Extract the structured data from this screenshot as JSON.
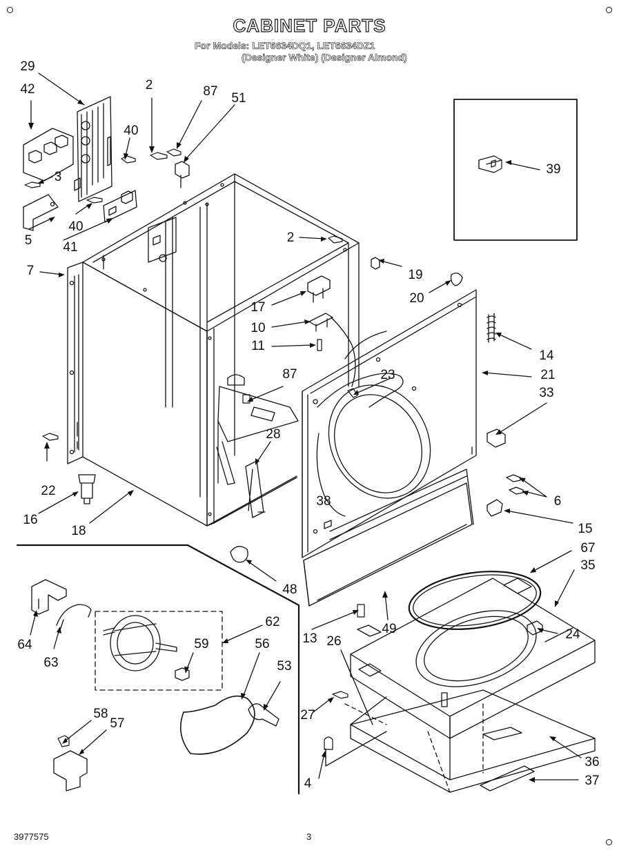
{
  "header": {
    "title": "CABINET PARTS",
    "models_line": "For Models: LET6634DQ1, LET6634DZ1",
    "colors_line": "(Designer White) (Designer Almond)"
  },
  "callouts": [
    {
      "id": "c29",
      "text": "29"
    },
    {
      "id": "c42",
      "text": "42"
    },
    {
      "id": "c2a",
      "text": "2"
    },
    {
      "id": "c87a",
      "text": "87"
    },
    {
      "id": "c51",
      "text": "51"
    },
    {
      "id": "c40a",
      "text": "40"
    },
    {
      "id": "c3",
      "text": "3"
    },
    {
      "id": "c40b",
      "text": "40"
    },
    {
      "id": "c5",
      "text": "5"
    },
    {
      "id": "c41",
      "text": "41"
    },
    {
      "id": "c7",
      "text": "7"
    },
    {
      "id": "c2b",
      "text": "2"
    },
    {
      "id": "c19",
      "text": "19"
    },
    {
      "id": "c20",
      "text": "20"
    },
    {
      "id": "c17",
      "text": "17"
    },
    {
      "id": "c10",
      "text": "10"
    },
    {
      "id": "c11",
      "text": "11"
    },
    {
      "id": "c14",
      "text": "14"
    },
    {
      "id": "c21",
      "text": "21"
    },
    {
      "id": "c87b",
      "text": "87"
    },
    {
      "id": "c23",
      "text": "23"
    },
    {
      "id": "c33",
      "text": "33"
    },
    {
      "id": "c28",
      "text": "28"
    },
    {
      "id": "c22",
      "text": "22"
    },
    {
      "id": "c16",
      "text": "16"
    },
    {
      "id": "c18",
      "text": "18"
    },
    {
      "id": "c38",
      "text": "38"
    },
    {
      "id": "c6",
      "text": "6"
    },
    {
      "id": "c15",
      "text": "15"
    },
    {
      "id": "c39",
      "text": "39"
    },
    {
      "id": "c67",
      "text": "67"
    },
    {
      "id": "c35",
      "text": "35"
    },
    {
      "id": "c48",
      "text": "48"
    },
    {
      "id": "c64",
      "text": "64"
    },
    {
      "id": "c63",
      "text": "63"
    },
    {
      "id": "c62",
      "text": "62"
    },
    {
      "id": "c59",
      "text": "59"
    },
    {
      "id": "c56",
      "text": "56"
    },
    {
      "id": "c53",
      "text": "53"
    },
    {
      "id": "c13",
      "text": "13"
    },
    {
      "id": "c49",
      "text": "49"
    },
    {
      "id": "c26",
      "text": "26"
    },
    {
      "id": "c24",
      "text": "24"
    },
    {
      "id": "c27",
      "text": "27"
    },
    {
      "id": "c58",
      "text": "58"
    },
    {
      "id": "c57",
      "text": "57"
    },
    {
      "id": "c4",
      "text": "4"
    },
    {
      "id": "c36",
      "text": "36"
    },
    {
      "id": "c37",
      "text": "37"
    }
  ],
  "footer": {
    "doc_number": "3977575",
    "page_number": "3"
  }
}
